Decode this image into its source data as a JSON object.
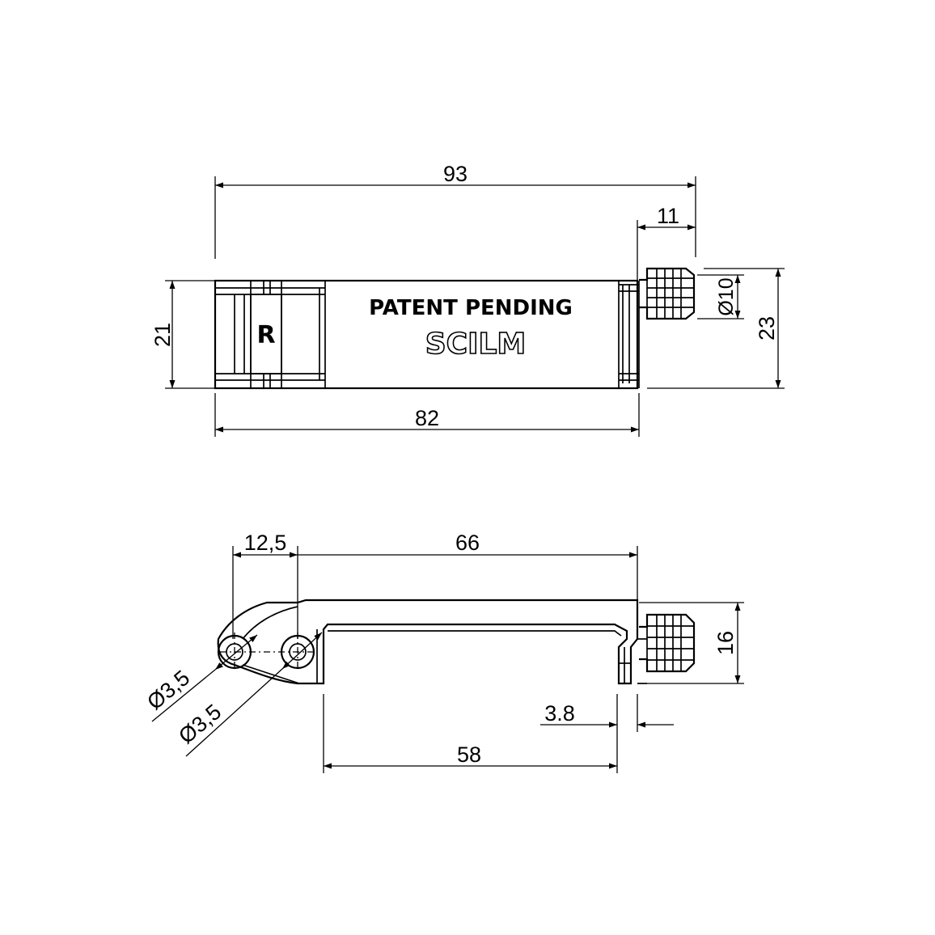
{
  "top_view": {
    "dim_overall_length": "93",
    "dim_thread_length": "11",
    "dim_height": "21",
    "dim_total_height": "23",
    "dim_thread_diameter": "Ø10",
    "dim_body_length": "82",
    "engraving_line1": "PATENT PENDING",
    "engraving_line2": "SCILM",
    "engraving_marker": "R"
  },
  "side_view": {
    "dim_pivot_offset": "12,5",
    "dim_span": "66",
    "dim_height": "16",
    "dim_hole_1": "Ø3,5",
    "dim_hole_2": "Ø3,5",
    "dim_offset": "3.8",
    "dim_inner_span": "58"
  }
}
